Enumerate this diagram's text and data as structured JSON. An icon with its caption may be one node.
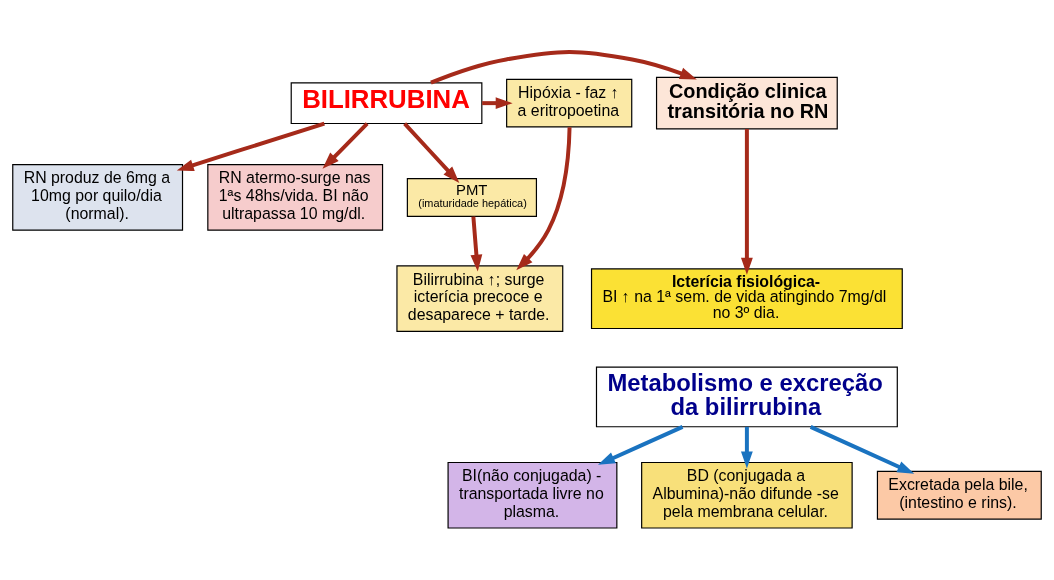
{
  "diagram": {
    "nodes": [
      {
        "text": [
          "BILIRRUBINA"
        ]
      },
      {
        "text": [
          "Condição clinica transitória no RN"
        ]
      },
      {
        "text": [
          "Hipóxia - faz ↑ a eritropoetina"
        ]
      },
      {
        "text": [
          "RN produz de 6mg a 10mg por quilo/dia (normal)."
        ]
      },
      {
        "text": [
          "RN atermo-surge nas 1ªs 48hs/vida. BI não ultrapassa 10 mg/dl."
        ]
      },
      {
        "text": [
          "PMT",
          "(imaturidade hepática)"
        ]
      },
      {
        "text": [
          "Icterícia fisiológica-",
          "BI ↑ na 1ª sem. de vida atingindo 7mg/dl no 3º dia."
        ]
      },
      {
        "text": [
          "Bilirrubina ↑; surge icterícia precoce e desaparece + tarde."
        ]
      },
      {
        "text": [
          "Metabolismo e excreção da bilirrubina"
        ]
      },
      {
        "text": [
          "BI(não conjugada) - transportada livre no plasma."
        ]
      },
      {
        "text": [
          "BD (conjugada a Albumina)-não difunde -se pela membrana celular."
        ]
      },
      {
        "text": [
          "Excretada pela bile, (intestino e rins)."
        ]
      }
    ],
    "edges": [
      {
        "from": 0,
        "to": 1,
        "arrow": "to"
      },
      {
        "from": 0,
        "to": 2,
        "arrow": "to"
      },
      {
        "from": 0,
        "to": 3,
        "arrow": "to"
      },
      {
        "from": 0,
        "to": 4,
        "arrow": "to"
      },
      {
        "from": 0,
        "to": 5,
        "arrow": "to"
      },
      {
        "from": 1,
        "to": 6,
        "arrow": "to"
      },
      {
        "from": 5,
        "to": 7,
        "arrow": "to"
      },
      {
        "from": 2,
        "to": 7,
        "arrow": "to"
      },
      {
        "from": 8,
        "to": 9,
        "arrow": "to",
        "color": "#1a73c0"
      },
      {
        "from": 8,
        "to": 10,
        "arrow": "to",
        "color": "#1a73c0"
      },
      {
        "from": 8,
        "to": 11,
        "arrow": "to",
        "color": "#1a73c0"
      }
    ]
  }
}
